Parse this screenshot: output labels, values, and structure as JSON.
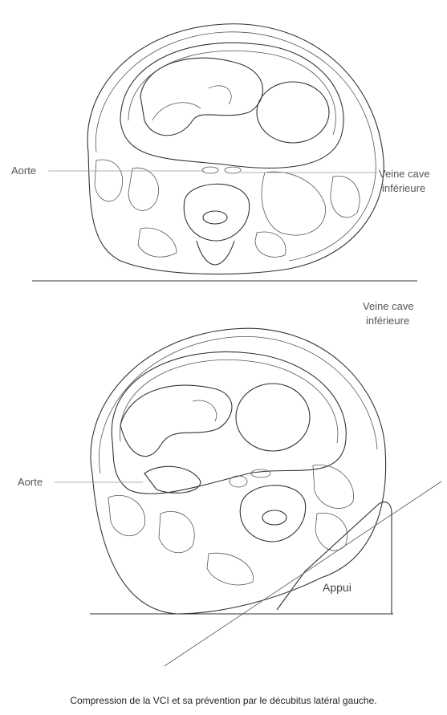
{
  "labels": {
    "aorte_top": "Aorte",
    "vci_top_line1": "Veine cave",
    "vci_top_line2": "inférieure",
    "vci_bottom_line1": "Veine cave",
    "vci_bottom_line2": "inférieure",
    "aorte_bottom": "Aorte",
    "appui": "Appui"
  },
  "caption": "Compression de la VCI et sa prévention par le décubitus latéral gauche.",
  "colors": {
    "line": "#333333",
    "label": "#555555"
  }
}
